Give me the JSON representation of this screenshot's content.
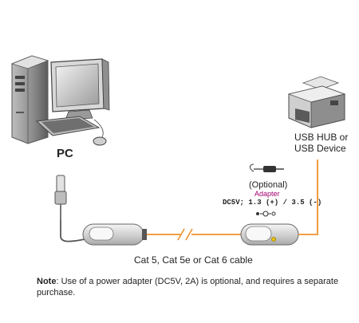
{
  "labels": {
    "pc": "PC",
    "device_line1": "USB HUB or",
    "device_line2": "USB Device",
    "optional": "(Optional)",
    "adapter": "Adapter",
    "dc_spec": "DC5V; 1.3 (+) / 3.5 (-)",
    "cable": "Cat 5, Cat 5e or Cat 6 cable"
  },
  "note": {
    "prefix": "Note",
    "separator": ":",
    "text": "Use of a power adapter (DC5V, 2A) is optional, and requires a separate purchase."
  },
  "colors": {
    "cable": "#f0902a",
    "unit_body": "#d9d9d9",
    "led": "#e8c000",
    "adapter_text": "#a0006e"
  },
  "icons": [
    "desktop-computer-icon",
    "usb-plug-icon",
    "printer-icon",
    "power-plug-icon",
    "led-indicator-icon"
  ]
}
